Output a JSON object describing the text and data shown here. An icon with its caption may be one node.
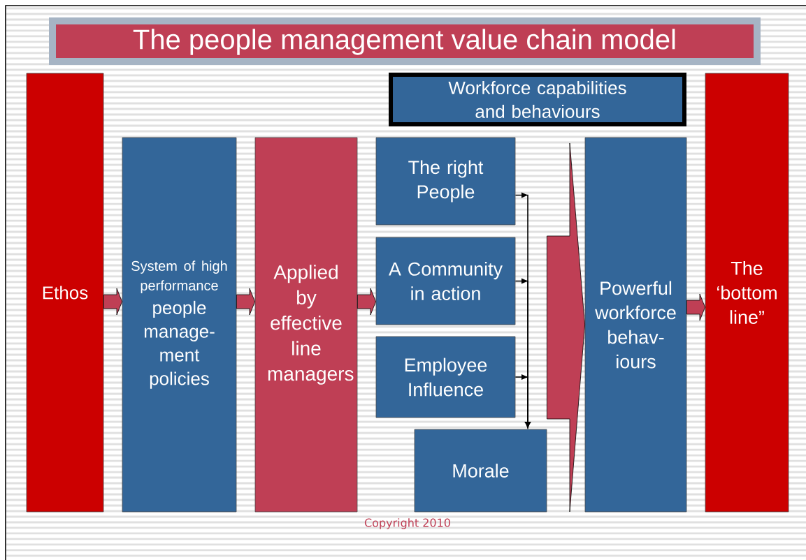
{
  "diagram": {
    "title": "The people management value chain model",
    "nodes": [
      {
        "text": [
          "Ethos"
        ]
      },
      {
        "text": [
          "System of high performance",
          "people manage- ment policies"
        ]
      },
      {
        "text": [
          "Applied by effective line managers"
        ]
      },
      {
        "text": [
          "Workforce capabilities and behaviours"
        ]
      },
      {
        "text": [
          "The right People"
        ]
      },
      {
        "text": [
          "A Community in action"
        ]
      },
      {
        "text": [
          "Employee Influence"
        ]
      },
      {
        "text": [
          "Morale"
        ]
      },
      {
        "text": [
          "Powerful workforce behav- iours"
        ]
      },
      {
        "text": [
          "The ‘bottom line”"
        ]
      }
    ],
    "edges": [
      {
        "from": 0,
        "to": 1,
        "arrow": "to"
      },
      {
        "from": 1,
        "to": 2,
        "arrow": "to"
      },
      {
        "from": 2,
        "to": 5,
        "arrow": "to"
      },
      {
        "from": 4,
        "to": 7,
        "arrow": "to"
      },
      {
        "from": 5,
        "to": 7,
        "arrow": "to"
      },
      {
        "from": 6,
        "to": 7,
        "arrow": "to"
      },
      {
        "from": 7,
        "to": 8,
        "arrow": "to",
        "style": "thick"
      },
      {
        "from": 8,
        "to": 9,
        "arrow": "to"
      }
    ],
    "labels": [
      "Copyright 2010"
    ]
  }
}
